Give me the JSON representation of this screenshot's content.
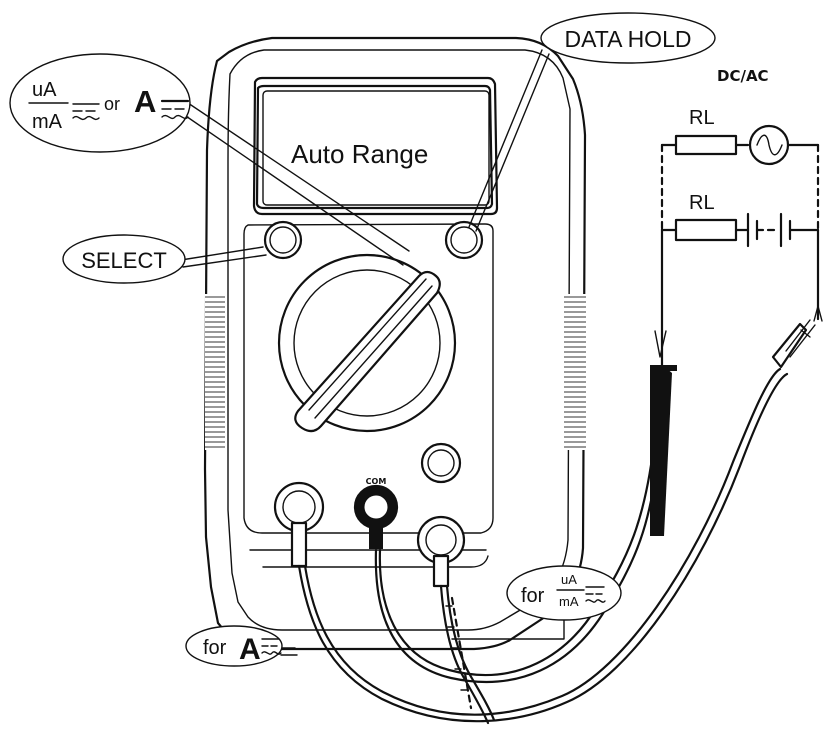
{
  "labels": {
    "data_hold": "DATA HOLD",
    "dc_ac": "DC/AC",
    "auto_range": "Auto Range",
    "select": "SELECT",
    "rl_ac": "RL",
    "rl_dc": "RL",
    "current_label_top": "uA",
    "current_label_bottom": "mA",
    "current_or": "or",
    "current_large": "A",
    "for_left_prefix": "for",
    "for_left_symbol": "A",
    "for_right_prefix": "for",
    "for_right_top": "uA",
    "for_right_bottom": "mA",
    "com": "COM"
  },
  "icons": [
    "ac-dc-current-icon",
    "ac-source-icon",
    "battery-icon",
    "rotary-switch-icon",
    "test-lead-icon",
    "probe-icon"
  ],
  "colors": {
    "ink": "#111111",
    "paper": "#ffffff"
  }
}
